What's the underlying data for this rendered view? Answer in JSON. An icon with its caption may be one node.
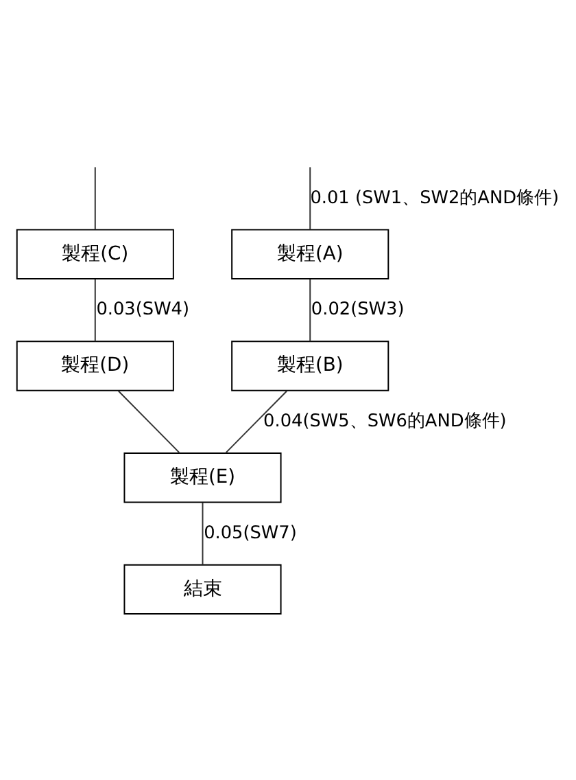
{
  "diagram": {
    "nodes": [
      {
        "text": [
          "製程(A)"
        ]
      },
      {
        "text": [
          "製程(C)"
        ]
      },
      {
        "text": [
          "製程(B)"
        ]
      },
      {
        "text": [
          "製程(D)"
        ]
      },
      {
        "text": [
          "製程(E)"
        ]
      },
      {
        "text": [
          "結束"
        ]
      }
    ],
    "edges": [
      {
        "from": null,
        "to": 0,
        "arrow": "none",
        "label": "0.01 (SW1、SW2的AND條件)"
      },
      {
        "from": null,
        "to": 1,
        "arrow": "none"
      },
      {
        "from": 0,
        "to": 2,
        "arrow": "none",
        "label": "0.02(SW3)"
      },
      {
        "from": 1,
        "to": 3,
        "arrow": "none",
        "label": "0.03(SW4)"
      },
      {
        "from": 2,
        "to": 4,
        "arrow": "none",
        "label": "0.04(SW5、SW6的AND條件)"
      },
      {
        "from": 3,
        "to": 4,
        "arrow": "none"
      },
      {
        "from": 4,
        "to": 5,
        "arrow": "none",
        "label": "0.05(SW7)"
      }
    ]
  }
}
